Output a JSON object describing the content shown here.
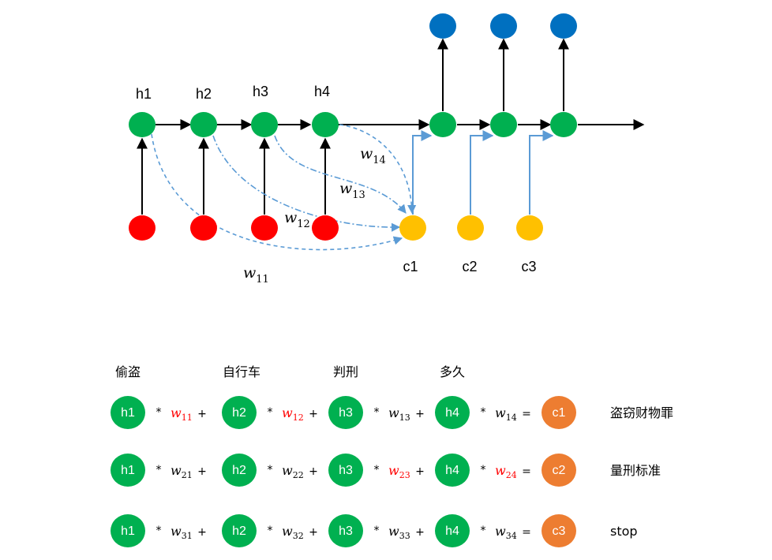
{
  "diagram": {
    "colors": {
      "hidden": "#00B050",
      "input": "#FF0000",
      "context": "#FFC000",
      "output": "#0070C0",
      "result": "#ED7D31",
      "attention_line": "#5B9BD5",
      "highlight": "#FF0000"
    },
    "hidden_labels": [
      "h1",
      "h2",
      "h3",
      "h4"
    ],
    "context_labels": [
      "c1",
      "c2",
      "c3"
    ],
    "weight_labels": [
      {
        "base": "w",
        "sub": "14"
      },
      {
        "base": "w",
        "sub": "13"
      },
      {
        "base": "w",
        "sub": "12"
      },
      {
        "base": "w",
        "sub": "11"
      }
    ]
  },
  "table": {
    "headers": [
      "偷盗",
      "自行车",
      "判刑",
      "多久"
    ],
    "rows": [
      {
        "terms": [
          {
            "node": "h1",
            "w": "w",
            "sub": "11",
            "red": true,
            "op": "+"
          },
          {
            "node": "h2",
            "w": "w",
            "sub": "12",
            "red": true,
            "op": "+"
          },
          {
            "node": "h3",
            "w": "w",
            "sub": "13",
            "red": false,
            "op": "+"
          },
          {
            "node": "h4",
            "w": "w",
            "sub": "14",
            "red": false,
            "op": "="
          }
        ],
        "result": "c1",
        "meaning": "盗窃财物罪",
        "meaning_red": false
      },
      {
        "terms": [
          {
            "node": "h1",
            "w": "w",
            "sub": "21",
            "red": false,
            "op": "+"
          },
          {
            "node": "h2",
            "w": "w",
            "sub": "22",
            "red": false,
            "op": "+"
          },
          {
            "node": "h3",
            "w": "w",
            "sub": "23",
            "red": true,
            "op": "+"
          },
          {
            "node": "h4",
            "w": "w",
            "sub": "24",
            "red": true,
            "op": "="
          }
        ],
        "result": "c2",
        "meaning": "量刑标准",
        "meaning_red": false
      },
      {
        "terms": [
          {
            "node": "h1",
            "w": "w",
            "sub": "31",
            "red": false,
            "op": "+"
          },
          {
            "node": "h2",
            "w": "w",
            "sub": "32",
            "red": false,
            "op": "+"
          },
          {
            "node": "h3",
            "w": "w",
            "sub": "33",
            "red": false,
            "op": "+"
          },
          {
            "node": "h4",
            "w": "w",
            "sub": "34",
            "red": false,
            "op": "="
          }
        ],
        "result": "c3",
        "meaning": "stop",
        "meaning_red": true
      }
    ],
    "multiply_symbol": "*"
  }
}
